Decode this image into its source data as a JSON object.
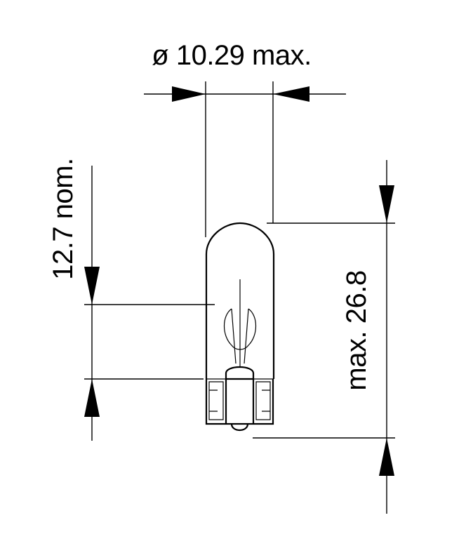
{
  "dimensions": {
    "diameter_label": "ø 10.29 max.",
    "nominal_height_label": "12.7 nom.",
    "max_length_label": "max. 26.8"
  },
  "colors": {
    "line": "#000000",
    "background": "#ffffff"
  }
}
